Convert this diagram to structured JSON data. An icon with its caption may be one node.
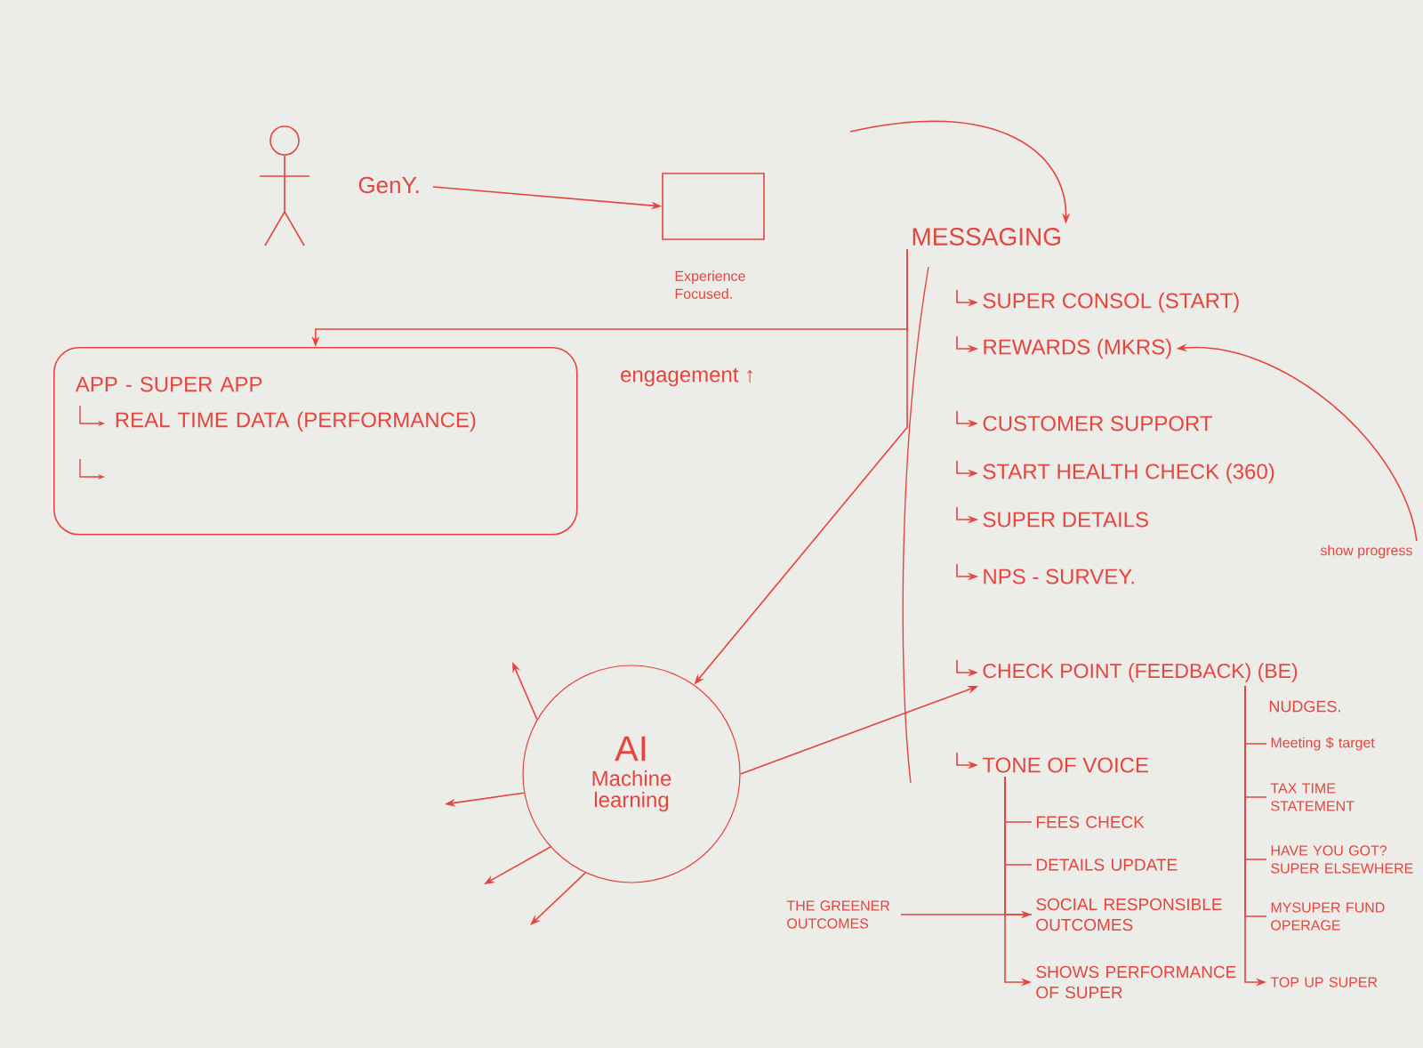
{
  "diagram": {
    "nodes": [
      {
        "text": [],
        "shape": "person",
        "beside": [
          "GenY."
        ]
      },
      {
        "text": [],
        "shape": "box",
        "beside": [
          "Experience Focused."
        ]
      },
      {
        "text": [
          "MESSAGING"
        ]
      },
      {
        "text": [
          "SUPER CONSOL (START)"
        ]
      },
      {
        "text": [
          "REWARDS (MKRS)"
        ]
      },
      {
        "text": [
          "CUSTOMER SUPPORT"
        ]
      },
      {
        "text": [
          "START HEALTH CHECK (360)"
        ]
      },
      {
        "text": [
          "show progress"
        ]
      },
      {
        "text": [
          "SUPER DETAILS"
        ]
      },
      {
        "text": [
          "NPS - SURVEY."
        ]
      },
      {
        "text": [
          "CHECK POINT (FEEDBACK) (BE)"
        ],
        "beside": [
          "NUDGES."
        ]
      },
      {
        "text": [
          "TONE OF VOICE"
        ]
      },
      {
        "text": [
          "FEES CHECK"
        ]
      },
      {
        "text": [
          "DETAILS UPDATE"
        ]
      },
      {
        "text": [
          "SOCIAL RESPONSIBLE OUTCOMES"
        ]
      },
      {
        "text": [
          "SHOWS PERFORMANCE OF SUPER"
        ]
      },
      {
        "text": [
          "THE GREENER OUTCOMES"
        ]
      },
      {
        "text": [
          "Meeting $ target"
        ]
      },
      {
        "text": [
          "TAX TIME STATEMENT"
        ]
      },
      {
        "text": [
          "HAVE YOU GOT? SUPER ELSEWHERE"
        ]
      },
      {
        "text": [
          "MYSUPER FUND OPERAGE"
        ]
      },
      {
        "text": [
          "TOP UP SUPER"
        ]
      },
      {
        "text": [
          "APP - SUPER APP",
          "REAL TIME DATA (PERFORMANCE)"
        ]
      },
      {
        "text": [
          "AI",
          "Machine learning"
        ]
      }
    ],
    "edges": [
      {
        "from": 0,
        "to": 1,
        "arrow": "to"
      },
      {
        "from": null,
        "to": 2,
        "arrow": "to"
      },
      {
        "from": 7,
        "to": 4,
        "arrow": "to"
      },
      {
        "from": 2,
        "to": 22,
        "arrow": "to"
      },
      {
        "from": 2,
        "to": 23,
        "arrow": "to"
      },
      {
        "from": 23,
        "to": 10,
        "arrow": "to"
      },
      {
        "from": 23,
        "to": null,
        "arrow": "to"
      },
      {
        "from": 23,
        "to": null,
        "arrow": "to"
      },
      {
        "from": 23,
        "to": null,
        "arrow": "to"
      },
      {
        "from": 23,
        "to": null,
        "arrow": "to"
      },
      {
        "from": 16,
        "to": 14,
        "arrow": "to"
      },
      {
        "from": 11,
        "to": 12,
        "arrow": "none"
      },
      {
        "from": 11,
        "to": 13,
        "arrow": "none"
      },
      {
        "from": 11,
        "to": 14,
        "arrow": "none"
      },
      {
        "from": 11,
        "to": 15,
        "arrow": "to"
      },
      {
        "from": 10,
        "to": 17,
        "arrow": "none"
      },
      {
        "from": 10,
        "to": 18,
        "arrow": "none"
      },
      {
        "from": 10,
        "to": 19,
        "arrow": "none"
      },
      {
        "from": 10,
        "to": 20,
        "arrow": "none"
      },
      {
        "from": 10,
        "to": 21,
        "arrow": "to"
      },
      {
        "from": null,
        "to": 3,
        "arrow": "to"
      },
      {
        "from": null,
        "to": 4,
        "arrow": "to"
      },
      {
        "from": null,
        "to": 5,
        "arrow": "to"
      },
      {
        "from": null,
        "to": 6,
        "arrow": "to"
      },
      {
        "from": null,
        "to": 8,
        "arrow": "to"
      },
      {
        "from": null,
        "to": 9,
        "arrow": "to"
      },
      {
        "from": null,
        "to": 10,
        "arrow": "to"
      },
      {
        "from": null,
        "to": 11,
        "arrow": "to"
      }
    ],
    "labels": [
      "engagement ↑"
    ]
  }
}
